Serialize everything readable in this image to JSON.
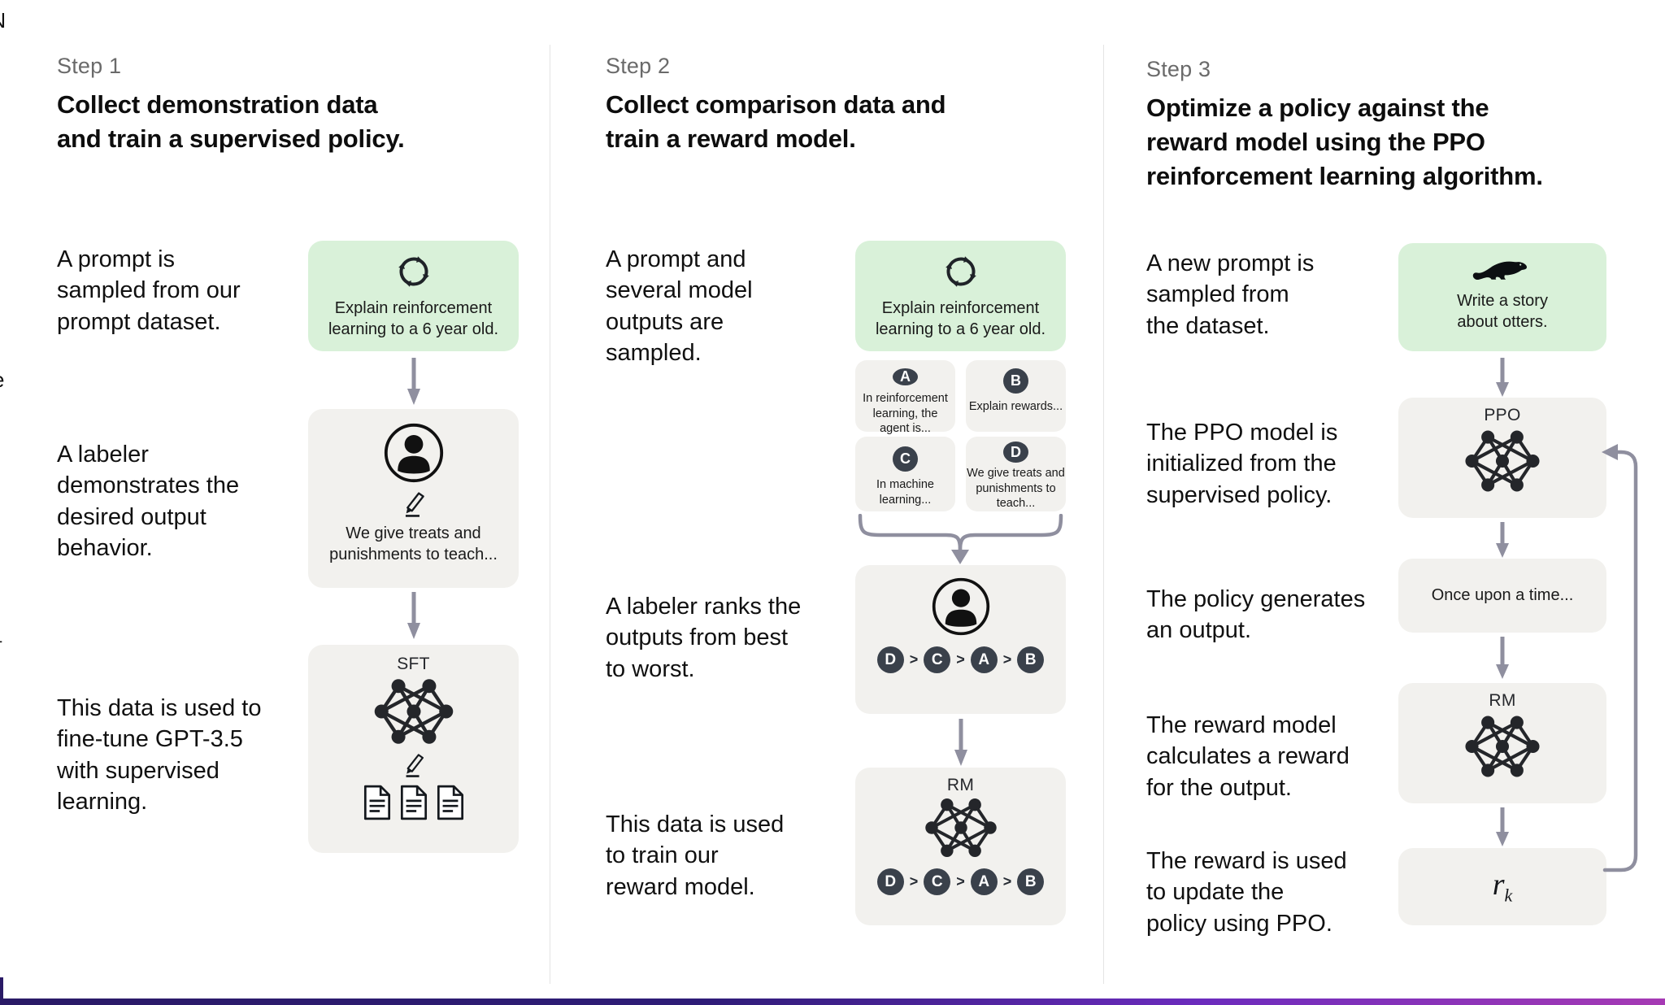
{
  "sep": ">",
  "edge_fragments": [
    "N",
    "-",
    "e",
    "t"
  ],
  "steps": [
    {
      "label": "Step 1",
      "title": "Collect demonstration data\nand train a supervised policy.",
      "captions": [
        "A prompt is\nsampled from our\nprompt dataset.",
        "A labeler\ndemonstrates the\ndesired output\nbehavior.",
        "This data is used to\nfine-tune GPT-3.5\nwith supervised\nlearning."
      ],
      "prompt_box": {
        "text": "Explain reinforcement\nlearning to a 6 year old."
      },
      "labeler_box": {
        "text": "We give treats and\npunishments to teach..."
      },
      "model_box": {
        "label": "SFT"
      }
    },
    {
      "label": "Step 2",
      "title": "Collect comparison data and\ntrain a reward model.",
      "captions": [
        "A prompt and\nseveral model\noutputs are\nsampled.",
        "A labeler ranks the\noutputs from best\nto worst.",
        "This data is used\nto train our\nreward model."
      ],
      "prompt_box": {
        "text": "Explain reinforcement\nlearning to a 6 year old."
      },
      "outputs": [
        {
          "badge": "A",
          "text": "In reinforcement\nlearning, the\nagent is..."
        },
        {
          "badge": "B",
          "text": "Explain rewards..."
        },
        {
          "badge": "C",
          "text": "In machine\nlearning..."
        },
        {
          "badge": "D",
          "text": "We give treats and\npunishments to\nteach..."
        }
      ],
      "ranking": [
        "D",
        "C",
        "A",
        "B"
      ],
      "model_box": {
        "label": "RM"
      }
    },
    {
      "label": "Step 3",
      "title": "Optimize a policy against the\nreward model using the PPO\nreinforcement learning algorithm.",
      "captions": [
        "A new prompt is\nsampled from\nthe dataset.",
        "The PPO model is\ninitialized from the\nsupervised policy.",
        "The policy generates\nan output.",
        "The reward model\ncalculates a reward\nfor the output.",
        "The reward is used\nto update the\npolicy using PPO."
      ],
      "prompt_box": {
        "text": "Write a story\nabout otters."
      },
      "ppo_box": {
        "label": "PPO"
      },
      "output_box": {
        "text": "Once upon a time..."
      },
      "rm_box": {
        "label": "RM"
      },
      "reward_box": {
        "base": "r",
        "sub": "k"
      }
    }
  ],
  "colors": {
    "prompt_green": "#d9f1d9",
    "card_gray": "#f2f1ee",
    "badge_dark": "#3a414b",
    "arrow_gray": "#8f8f9f",
    "gradient_left": "#2a1a66",
    "gradient_right": "#a63ab4"
  }
}
